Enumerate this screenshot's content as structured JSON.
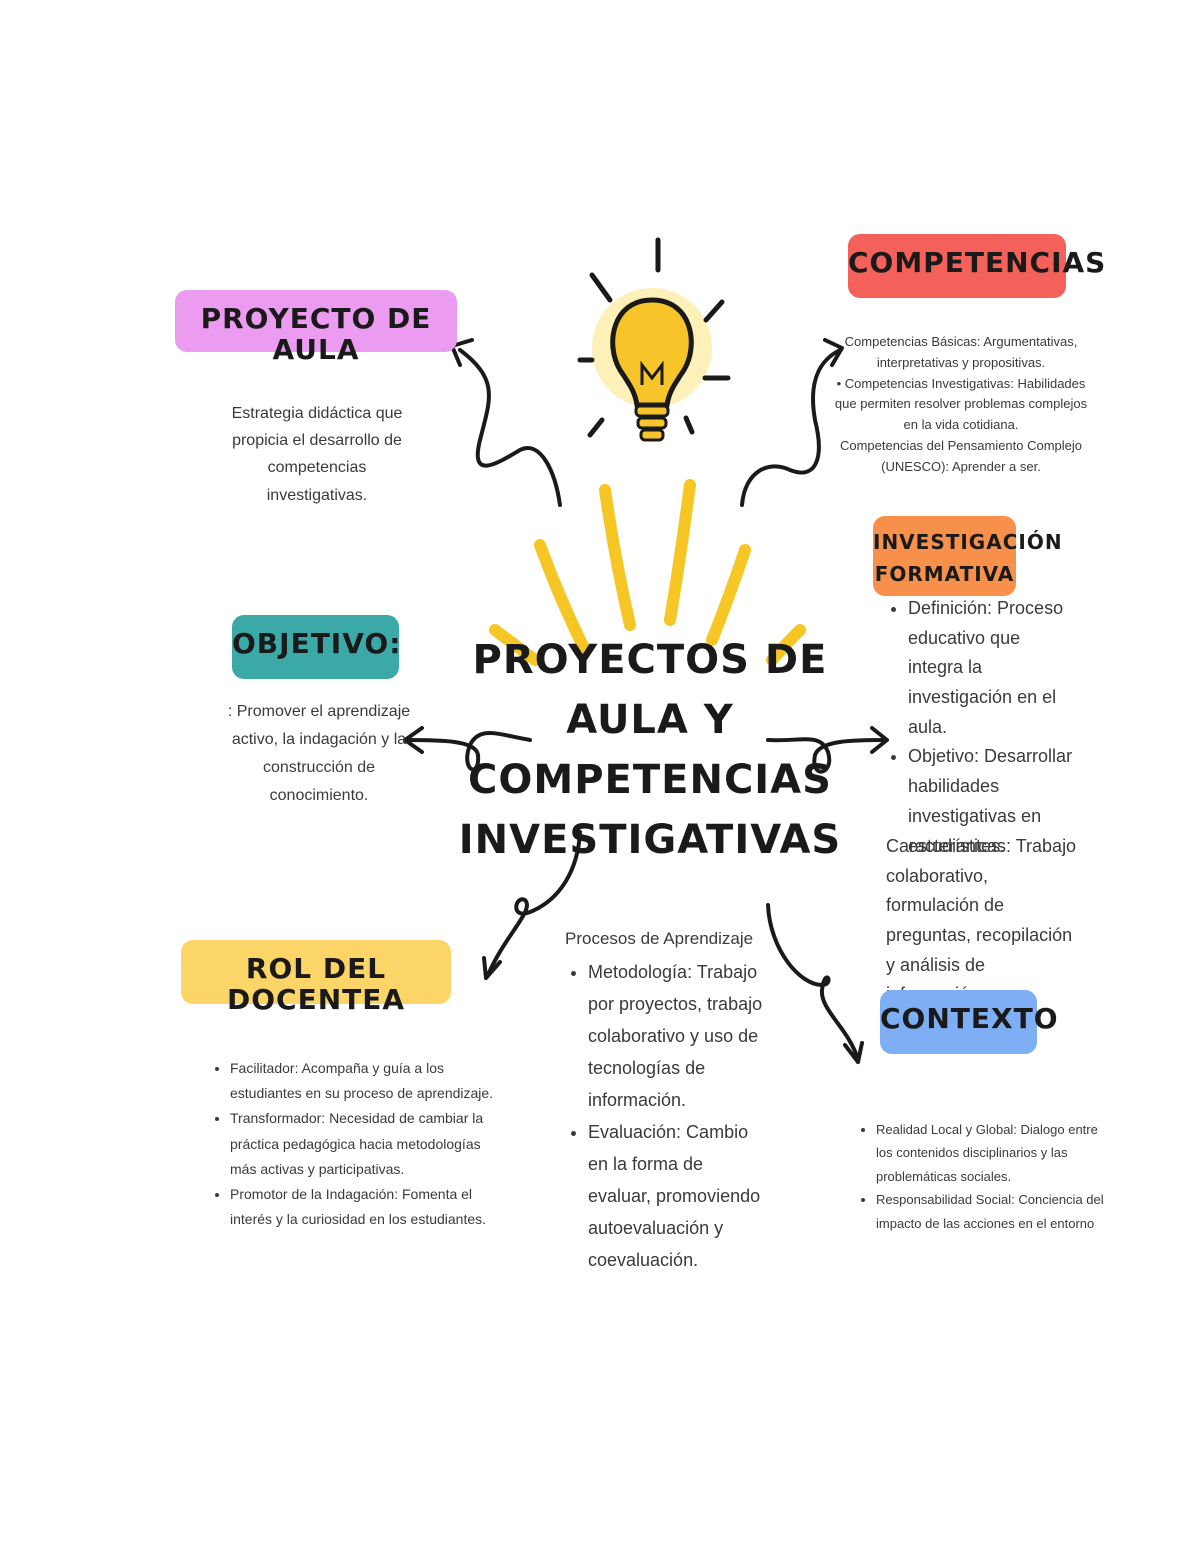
{
  "center": {
    "line1": "PROYECTOS DE AULA Y",
    "line2": "COMPETENCIAS",
    "line3": "INVESTIGATIVAS"
  },
  "proyecto": {
    "title": "PROYECTO DE AULA",
    "text": "Estrategia didáctica que propicia el desarrollo de competencias investigativas.",
    "color": "#ec9cf0"
  },
  "competencias": {
    "title": "COMPETENCIAS",
    "color": "#f4605a",
    "items": [
      "Competencias Básicas: Argumentativas, interpretativas y propositivas.",
      "Competencias Investigativas: Habilidades que permiten resolver problemas complejos en la vida cotidiana.",
      "Competencias del Pensamiento Complejo (UNESCO): Aprender a ser."
    ]
  },
  "objetivo": {
    "title": "OBJETIVO:",
    "text": ": Promover el aprendizaje activo, la indagación y la construcción de conocimiento.",
    "color": "#3aa9a8"
  },
  "investigacion": {
    "title1": "INVESTIGACIÓN",
    "title2": "FORMATIVA",
    "color": "#f7904a",
    "items": [
      "Definición: Proceso educativo que integra la investigación en el aula.",
      "Objetivo: Desarrollar habilidades investigativas en estudiantes."
    ],
    "extra": "Características: Trabajo colaborativo, formulación de preguntas, recopilación y análisis de información"
  },
  "rol": {
    "title": "ROL DEL DOCENTEA",
    "color": "#fbd567",
    "items": [
      "Facilitador: Acompaña y guía a los estudiantes en su proceso de aprendizaje.",
      "Transformador: Necesidad de cambiar la práctica pedagógica hacia metodologías más activas y participativas.",
      "Promotor de la Indagación: Fomenta el interés y la curiosidad en los estudiantes."
    ]
  },
  "procesos": {
    "title": "Procesos de Aprendizaje",
    "items": [
      "Metodología: Trabajo por proyectos, trabajo colaborativo y uso de tecnologías de información.",
      "Evaluación: Cambio en la forma de evaluar, promoviendo autoevaluación y coevaluación."
    ]
  },
  "contexto": {
    "title": "CONTEXTO",
    "color": "#7eaef3",
    "items": [
      "Realidad Local y Global: Dialogo entre los contenidos disciplinarios y las problemáticas sociales.",
      "Responsabilidad Social: Conciencia del impacto de las acciones en el entorno"
    ]
  },
  "colors": {
    "ray": "#f6c624",
    "bulb_glow": "#fdf0b8",
    "bulb": "#f7c52a",
    "ink": "#1a1a1a"
  },
  "icons": [
    "lightbulb-icon",
    "sun-ray-icon",
    "curly-arrow-icon"
  ]
}
